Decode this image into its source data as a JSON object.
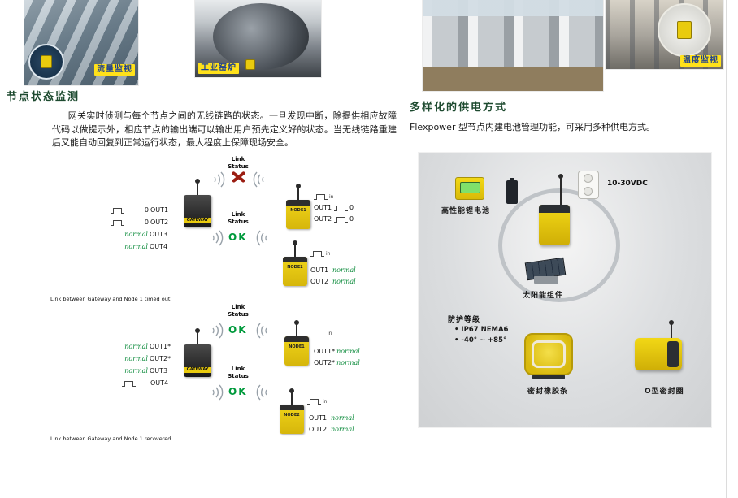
{
  "photos": {
    "flow": "流量监视",
    "kiln": "工业窑炉",
    "temp": "温度监视"
  },
  "left": {
    "heading": "节点状态监测",
    "paragraph": "网关实时侦测与每个节点之间的无线链路的状态。一旦发现中断，除提供相应故障代码以做提示外，相应节点的输出端可以输出用户预先定义好的状态。当无线链路重建后又能自动回复到正常运行状态，最大程度上保障现场安全。",
    "labels": {
      "link": "Link",
      "status": "Status",
      "ok": "OK",
      "in": "in",
      "gateway": "GATEWAY",
      "node1": "NODE1",
      "node2": "NODE2"
    },
    "s1": {
      "left_outputs": [
        {
          "value": "0",
          "label": "OUT1"
        },
        {
          "value": "0",
          "label": "OUT2"
        },
        {
          "value": "normal",
          "label": "OUT3"
        },
        {
          "value": "normal",
          "label": "OUT4"
        }
      ],
      "node1_outputs": [
        {
          "label": "OUT1",
          "value": "0"
        },
        {
          "label": "OUT2",
          "value": "0"
        }
      ],
      "node2_outputs": [
        {
          "label": "OUT1",
          "value": "normal"
        },
        {
          "label": "OUT2",
          "value": "normal"
        }
      ],
      "caption": "Link between Gateway and Node 1 timed out."
    },
    "s2": {
      "left_outputs": [
        {
          "value": "normal",
          "label": "OUT1*"
        },
        {
          "value": "normal",
          "label": "OUT2*"
        },
        {
          "value": "normal",
          "label": "OUT3"
        },
        {
          "value": "",
          "label": "OUT4"
        }
      ],
      "node1_outputs": [
        {
          "label": "OUT1*",
          "value": "normal"
        },
        {
          "label": "OUT2*",
          "value": "normal"
        }
      ],
      "node2_outputs": [
        {
          "label": "OUT1",
          "value": "normal"
        },
        {
          "label": "OUT2",
          "value": "normal"
        }
      ],
      "caption": "Link between Gateway and Node 1 recovered."
    }
  },
  "right": {
    "heading": "多样化的供电方式",
    "paragraph": "Flexpower 型节点内建电池管理功能，可采用多种供电方式。",
    "power": {
      "vdc": "10-30VDC",
      "battery_label": "高性能锂电池",
      "solar_label": "太阳能组件",
      "protection_title": "防护等级",
      "protection_items": [
        "IP67 NEMA6",
        "-40° ~ +85°"
      ],
      "seal1_label": "密封橡胶条",
      "seal2_label": "O型密封圈"
    }
  },
  "colors": {
    "heading_green": "#1d4a2f",
    "ok_green": "#009a3c",
    "normal_green": "#0a8a3a",
    "fail_red": "#9b1d12",
    "device_yellow": "#e9cb0e",
    "chip_yellow": "#ffe11a"
  }
}
